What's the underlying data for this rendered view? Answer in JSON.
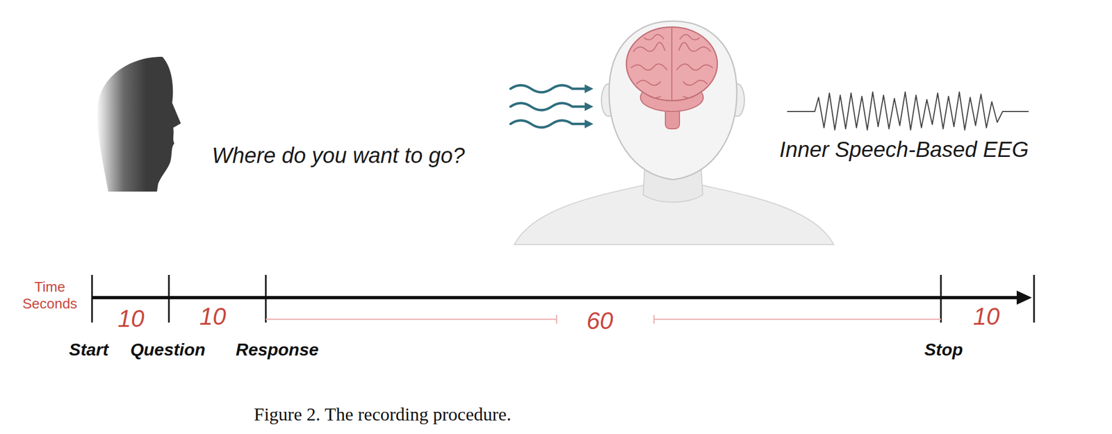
{
  "diagram": {
    "caption": "Figure 2. The recording procedure.",
    "labels": [
      "Where do you want to go?",
      "Inner Speech-Based EEG",
      "Time Seconds",
      "10",
      "10",
      "60",
      "10",
      "Start",
      "Question",
      "Response",
      "Stop"
    ]
  }
}
